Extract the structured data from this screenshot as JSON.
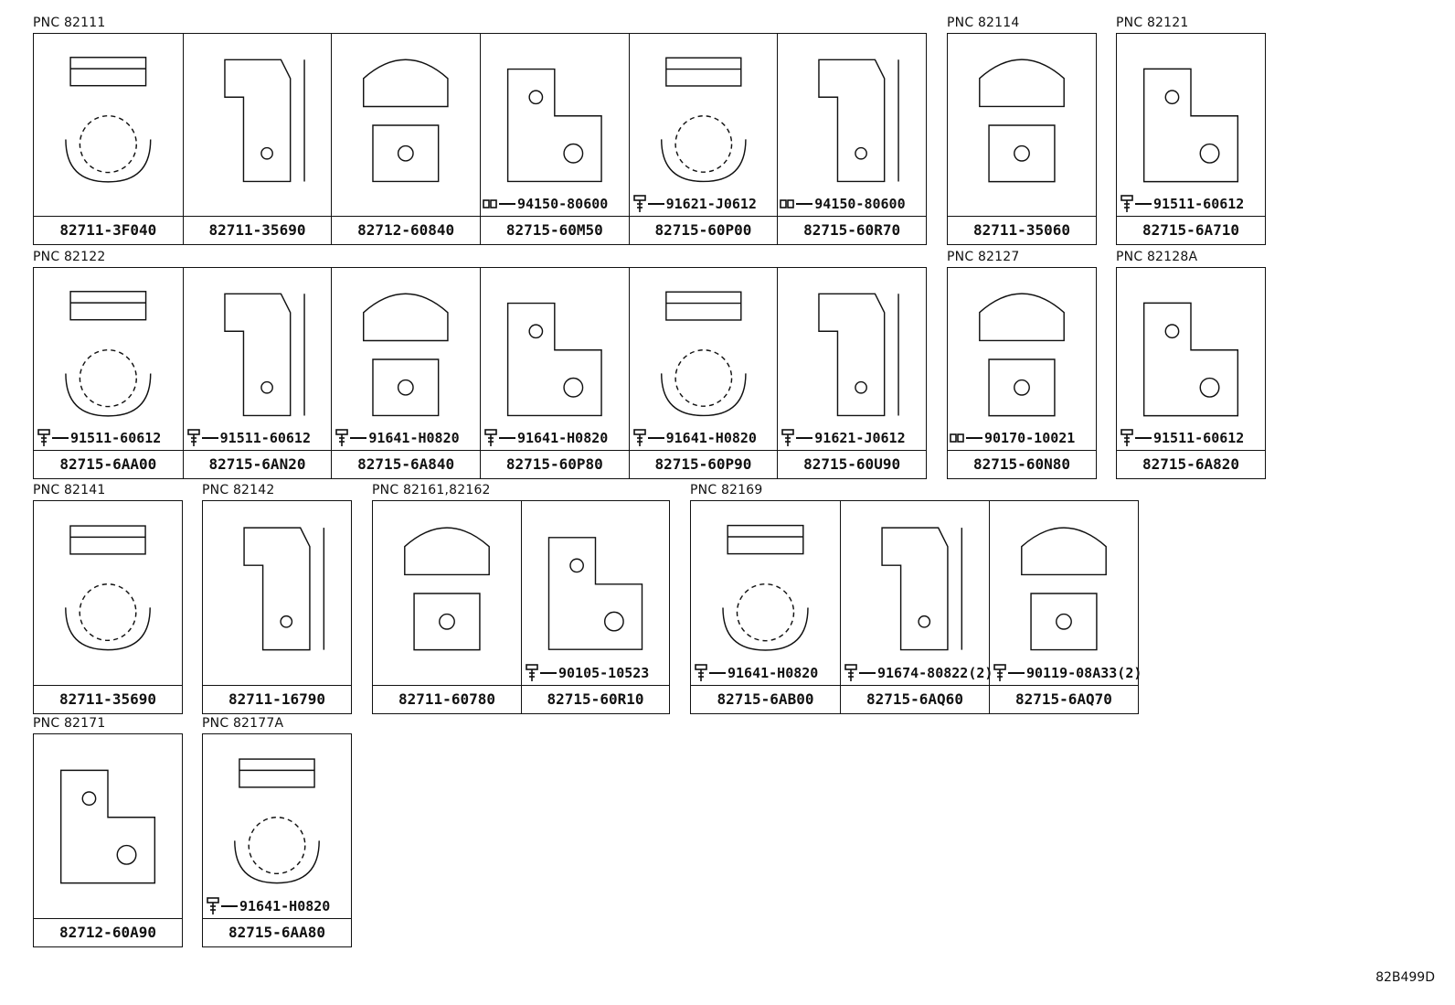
{
  "diagram_code": "82B499D",
  "groups": [
    {
      "pnc": "PNC 82111",
      "cells": [
        {
          "part": "82711-3F040",
          "fastener": ""
        },
        {
          "part": "82711-35690",
          "fastener": ""
        },
        {
          "part": "82712-60840",
          "fastener": ""
        },
        {
          "part": "82715-60M50",
          "fastener": "94150-80600",
          "ftype": "nut"
        },
        {
          "part": "82715-60P00",
          "fastener": "91621-J0612",
          "ftype": "bolt"
        },
        {
          "part": "82715-60R70",
          "fastener": "94150-80600",
          "ftype": "nut"
        }
      ]
    },
    {
      "pnc": "PNC 82114",
      "cells": [
        {
          "part": "82711-35060",
          "fastener": ""
        }
      ]
    },
    {
      "pnc": "PNC 82121",
      "cells": [
        {
          "part": "82715-6A710",
          "fastener": "91511-60612",
          "ftype": "bolt"
        }
      ]
    },
    {
      "pnc": "PNC 82122",
      "cells": [
        {
          "part": "82715-6AA00",
          "fastener": "91511-60612",
          "ftype": "bolt"
        },
        {
          "part": "82715-6AN20",
          "fastener": "91511-60612",
          "ftype": "bolt"
        },
        {
          "part": "82715-6A840",
          "fastener": "91641-H0820",
          "ftype": "bolt"
        },
        {
          "part": "82715-60P80",
          "fastener": "91641-H0820",
          "ftype": "bolt"
        },
        {
          "part": "82715-60P90",
          "fastener": "91641-H0820",
          "ftype": "bolt"
        },
        {
          "part": "82715-60U90",
          "fastener": "91621-J0612",
          "ftype": "bolt"
        }
      ]
    },
    {
      "pnc": "PNC 82127",
      "cells": [
        {
          "part": "82715-60N80",
          "fastener": "90170-10021",
          "ftype": "nut"
        }
      ]
    },
    {
      "pnc": "PNC 82128A",
      "cells": [
        {
          "part": "82715-6A820",
          "fastener": "91511-60612",
          "ftype": "bolt"
        }
      ]
    },
    {
      "pnc": "PNC 82141",
      "cells": [
        {
          "part": "82711-35690",
          "fastener": ""
        }
      ]
    },
    {
      "pnc": "PNC 82142",
      "cells": [
        {
          "part": "82711-16790",
          "fastener": ""
        }
      ]
    },
    {
      "pnc": "PNC 82161,82162",
      "cells": [
        {
          "part": "82711-60780",
          "fastener": ""
        },
        {
          "part": "82715-60R10",
          "fastener": "90105-10523",
          "ftype": "bolt"
        }
      ]
    },
    {
      "pnc": "PNC 82169",
      "cells": [
        {
          "part": "82715-6AB00",
          "fastener": "91641-H0820",
          "ftype": "bolt"
        },
        {
          "part": "82715-6AQ60",
          "fastener": "91674-80822(2)",
          "ftype": "bolt"
        },
        {
          "part": "82715-6AQ70",
          "fastener": "90119-08A33(2)",
          "ftype": "bolt"
        }
      ]
    },
    {
      "pnc": "PNC 82171",
      "cells": [
        {
          "part": "82712-60A90",
          "fastener": ""
        }
      ]
    },
    {
      "pnc": "PNC 82177A",
      "cells": [
        {
          "part": "82715-6AA80",
          "fastener": "91641-H0820",
          "ftype": "bolt"
        }
      ]
    }
  ]
}
